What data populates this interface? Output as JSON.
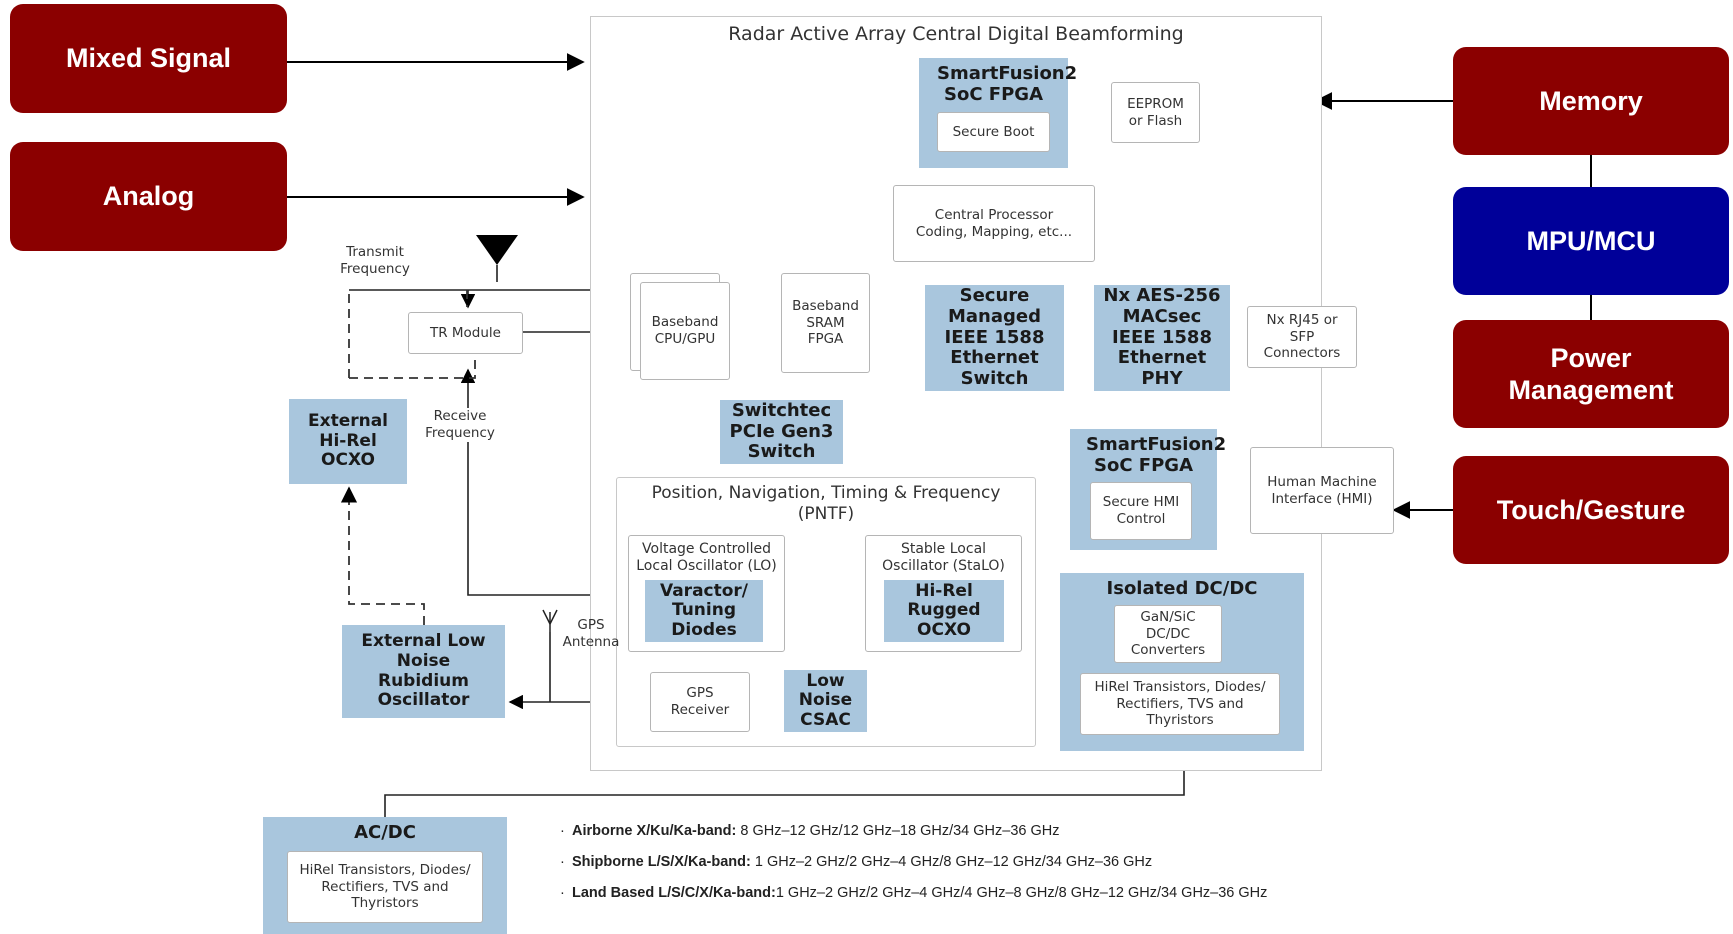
{
  "left_tags": [
    "Mixed Signal",
    "Analog"
  ],
  "right_tags": {
    "memory": "Memory",
    "mpu": "MPU/MCU",
    "power": "Power Management",
    "touch": "Touch/Gesture"
  },
  "main_title": "Radar Active Array Central Digital Beamforming",
  "blocks": {
    "fpga_top_title": "SmartFusion2 SoC FPGA",
    "secure_boot": "Secure Boot",
    "eeprom": "EEPROM or Flash",
    "central_processor": "Central Processor Coding, Mapping, etc...",
    "baseband_cpu": "Baseband CPU/GPU",
    "baseband_sram": "Baseband SRAM FPGA",
    "eth_switch": "Secure Managed IEEE 1588 Ethernet Switch",
    "eth_phy": "Nx AES-256 MACsec IEEE 1588 Ethernet PHY",
    "rj45": "Nx RJ45 or SFP Connectors",
    "switchtec": "Switchtec PCIe Gen3 Switch",
    "fpga_hmi_title": "SmartFusion2 SoC FPGA",
    "secure_hmi": "Secure HMI Control",
    "hmi": "Human Machine Interface (HMI)",
    "pntf_title": "Position, Navigation, Timing & Frequency (PNTF)",
    "vco_label": "Voltage Controlled Local Oscillator (LO)",
    "varactor": "Varactor/ Tuning Diodes",
    "stalo_label": "Stable Local Oscillator (StaLO)",
    "hirel_ocxo": "Hi-Rel Rugged OCXO",
    "gps_receiver": "GPS Receiver",
    "csac": "Low Noise CSAC",
    "isolated_title": "Isolated DC/DC",
    "gan_sic": "GaN/SiC DC/DC Converters",
    "hirel_transistors_1": "HiRel Transistors, Diodes/ Rectifiers, TVS and Thyristors",
    "tr_module": "TR Module",
    "transmit_freq": "Transmit Frequency",
    "receive_freq": "Receive Frequency",
    "ext_ocxo": "External Hi-Rel OCXO",
    "rubidium": "External Low Noise Rubidium Oscillator",
    "gps_antenna": "GPS Antenna",
    "acdc_title": "AC/DC",
    "hirel_transistors_2": "HiRel Transistors, Diodes/ Rectifiers, TVS and Thyristors"
  },
  "bands": [
    {
      "label": "Airborne X/Ku/Ka-band:",
      "value": " 8 GHz–12 GHz/12 GHz–18 GHz/34 GHz–36 GHz"
    },
    {
      "label": "Shipborne L/S/X/Ka-band:",
      "value": " 1 GHz–2 GHz/2 GHz–4 GHz/8 GHz–12 GHz/34 GHz–36 GHz"
    },
    {
      "label": "Land Based L/S/C/X/Ka-band:",
      "value": "1 GHz–2 GHz/2 GHz–4 GHz/4 GHz–8 GHz/8 GHz–12 GHz/34 GHz–36 GHz"
    }
  ],
  "colors": {
    "tag_red": "#8b0000",
    "tag_blue": "#000099",
    "block_blue": "#a9c6dd"
  }
}
